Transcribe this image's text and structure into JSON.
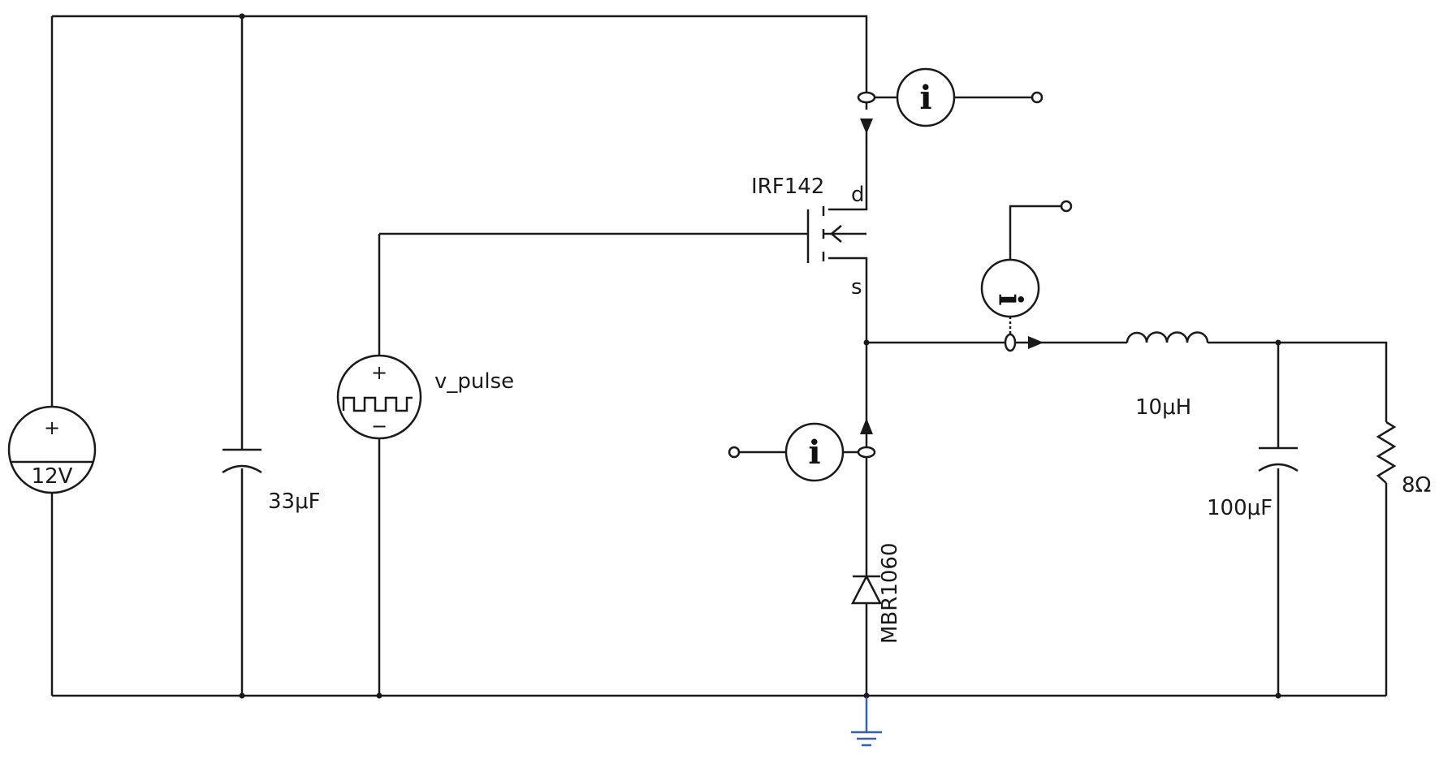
{
  "components": {
    "dc_source": {
      "label": "12V",
      "plus": "+"
    },
    "input_cap": {
      "label": "33μF"
    },
    "pulse_source": {
      "label": "v_pulse",
      "plus": "+",
      "minus": "−"
    },
    "mosfet": {
      "label": "IRF142",
      "drain_pin": "d",
      "source_pin": "s"
    },
    "diode": {
      "label": "MBR1060"
    },
    "inductor": {
      "label": "10μH"
    },
    "output_cap": {
      "label": "100μF"
    },
    "load_resistor": {
      "label": "8Ω"
    },
    "current_probes": [
      {
        "symbol": "i",
        "location": "drain"
      },
      {
        "symbol": "i",
        "location": "inductor"
      },
      {
        "symbol": "i",
        "location": "diode"
      }
    ]
  },
  "colors": {
    "wire": "#1a1a1a",
    "ground": "#2f5fc0",
    "background": "#ffffff"
  }
}
